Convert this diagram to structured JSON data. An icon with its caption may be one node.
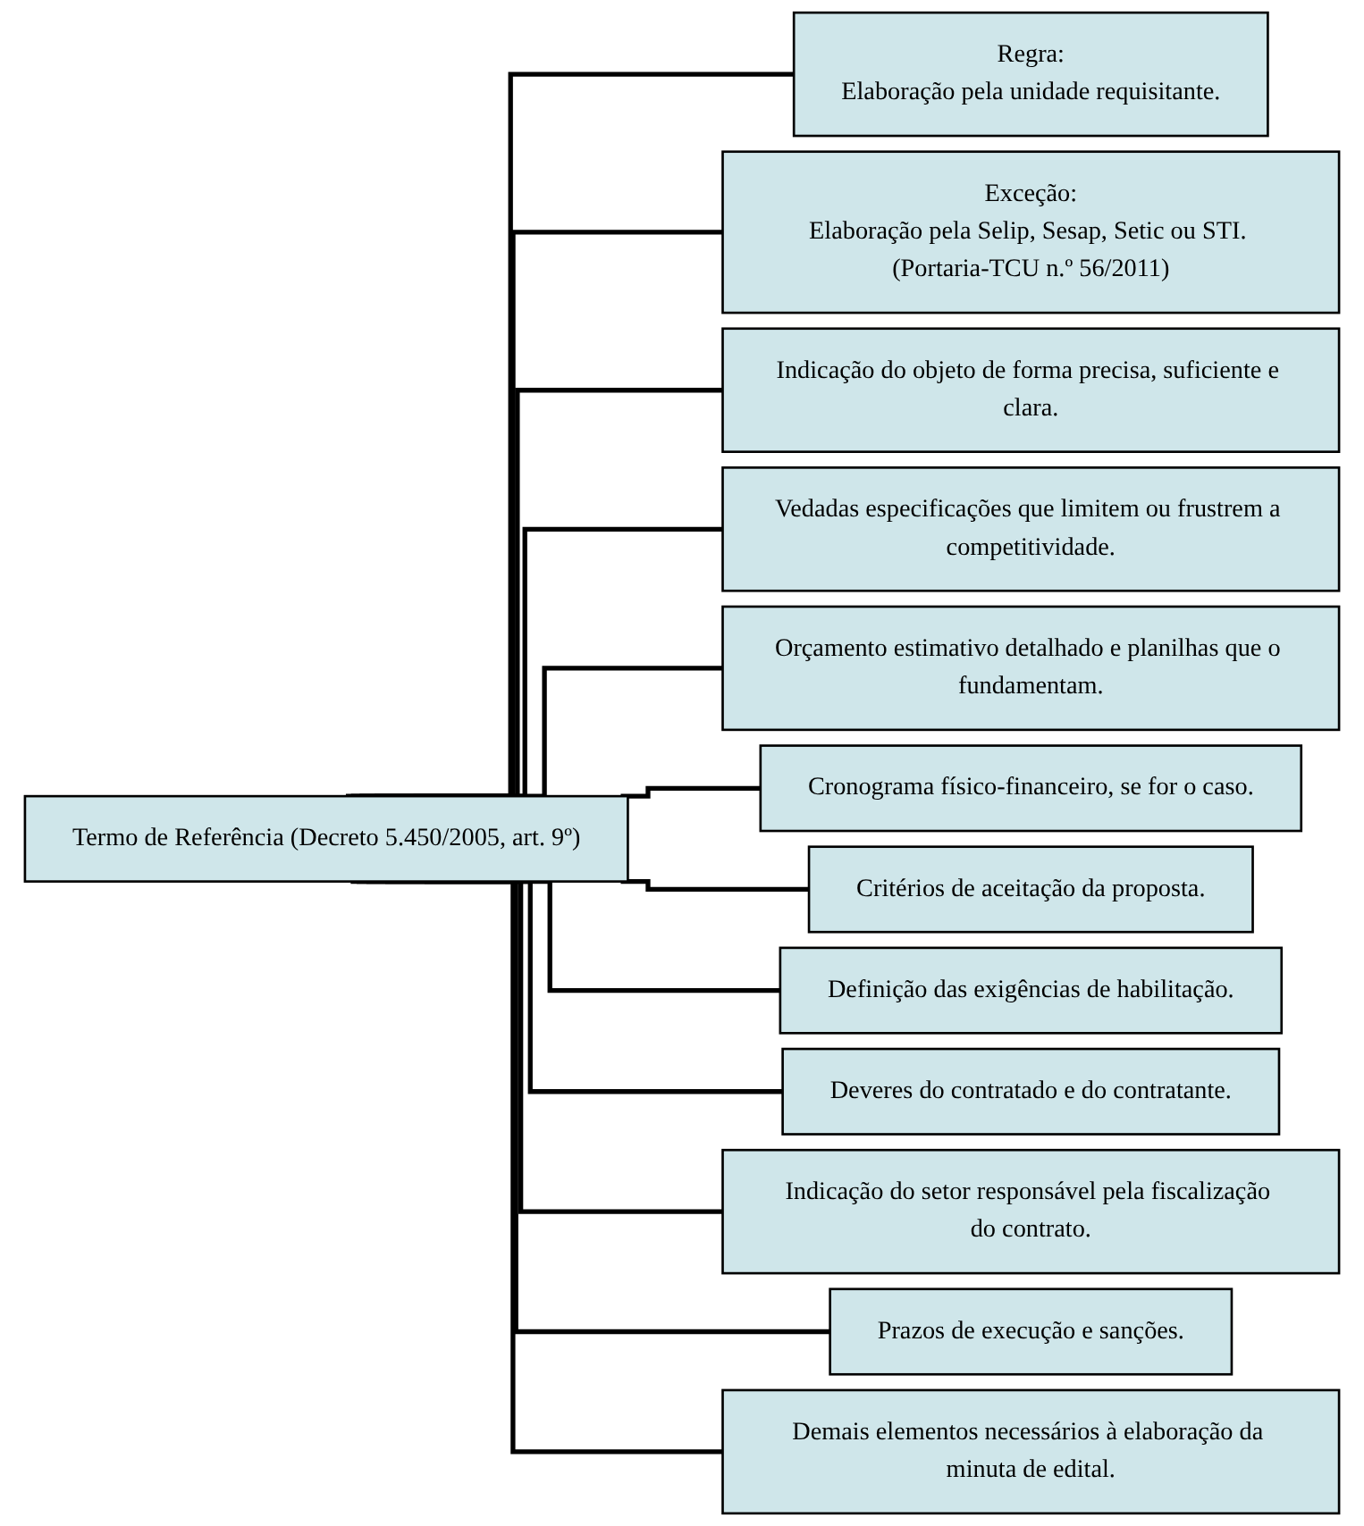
{
  "diagram": {
    "nodes": [
      {
        "text": [
          "Termo de Referência (Decreto 5.450/2005, art. 9º)"
        ]
      },
      {
        "text": [
          "Regra:",
          "Elaboração pela unidade requisitante."
        ]
      },
      {
        "text": [
          "Exceção:",
          "Elaboração pela Selip, Sesap, Setic ou STI. (Portaria-TCU n.º 56/2011)"
        ]
      },
      {
        "text": [
          "Indicação do objeto de forma precisa, suficiente e clara."
        ]
      },
      {
        "text": [
          "Vedadas especificações que limitem ou frustrem a competitividade."
        ]
      },
      {
        "text": [
          "Orçamento estimativo detalhado e planilhas que o fundamentam."
        ]
      },
      {
        "text": [
          "Cronograma físico-financeiro, se for o caso."
        ]
      },
      {
        "text": [
          "Critérios de aceitação da proposta."
        ]
      },
      {
        "text": [
          "Definição das exigências de habilitação."
        ]
      },
      {
        "text": [
          "Deveres do contratado e do contratante."
        ]
      },
      {
        "text": [
          "Indicação do setor responsável pela fiscalização do contrato."
        ]
      },
      {
        "text": [
          "Prazos de execução e sanções."
        ]
      },
      {
        "text": [
          "Demais elementos necessários à elaboração da minuta de edital."
        ]
      }
    ],
    "edges": [
      {
        "from": 0,
        "to": 1,
        "arrow": "none"
      },
      {
        "from": 0,
        "to": 2,
        "arrow": "none"
      },
      {
        "from": 0,
        "to": 3,
        "arrow": "none"
      },
      {
        "from": 0,
        "to": 4,
        "arrow": "none"
      },
      {
        "from": 0,
        "to": 5,
        "arrow": "none"
      },
      {
        "from": 0,
        "to": 6,
        "arrow": "none"
      },
      {
        "from": 0,
        "to": 7,
        "arrow": "none"
      },
      {
        "from": 0,
        "to": 8,
        "arrow": "none"
      },
      {
        "from": 0,
        "to": 9,
        "arrow": "none"
      },
      {
        "from": 0,
        "to": 10,
        "arrow": "none"
      },
      {
        "from": 0,
        "to": 11,
        "arrow": "none"
      },
      {
        "from": 0,
        "to": 12,
        "arrow": "none"
      }
    ]
  }
}
